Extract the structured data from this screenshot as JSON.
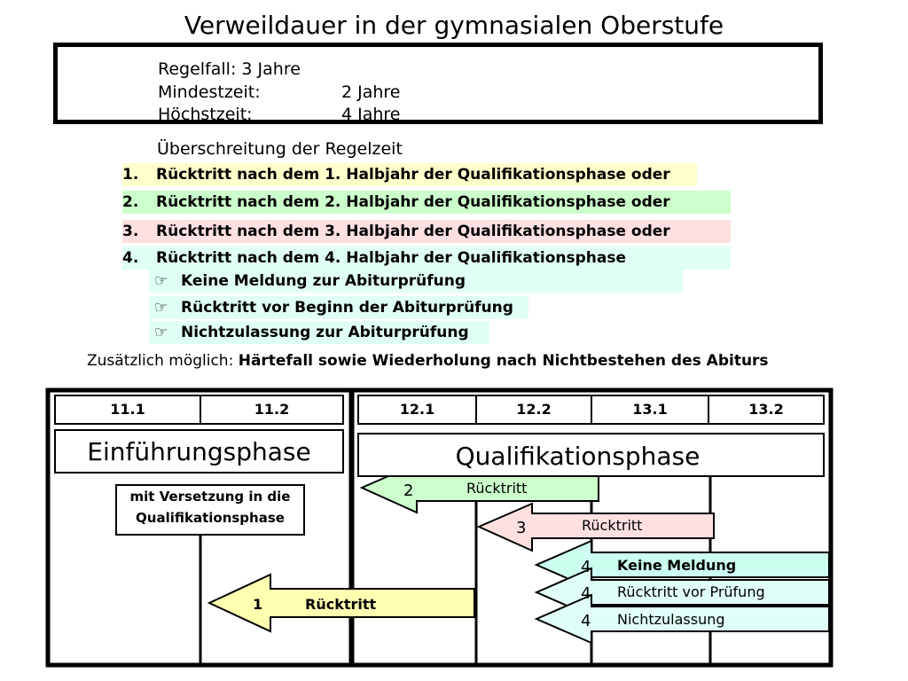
{
  "title": "Verweildauer in der gymnasialen Oberstufe",
  "rules": {
    "regelfall": "Regelfall: 3 Jahre",
    "mindest_label": "Mindestzeit:",
    "mindest_value": "2 Jahre",
    "hoechst_label": "Höchstzeit:",
    "hoechst_value": "4 Jahre"
  },
  "exceed_heading": "Überschreitung der Regelzeit",
  "cases": [
    {
      "num": "1.",
      "text": "Rücktritt nach dem 1. Halbjahr der Qualifikationsphase oder",
      "color": "#ffffcc"
    },
    {
      "num": "2.",
      "text": "Rücktritt nach dem 2. Halbjahr der Qualifikationsphase oder",
      "color": "#ccffcc"
    },
    {
      "num": "3.",
      "text": "Rücktritt nach dem 3. Halbjahr der Qualifikationsphase oder",
      "color": "#ffe0e0"
    },
    {
      "num": "4.",
      "text": "Rücktritt nach dem 4. Halbjahr der Qualifikationsphase",
      "color": "#e0fff5"
    }
  ],
  "subcases": [
    {
      "text": "Keine Meldung zur Abiturprüfung"
    },
    {
      "text": "Rücktritt vor Beginn der Abiturprüfung"
    },
    {
      "text": "Nichtzulassung zur Abiturprüfung"
    }
  ],
  "subcase_icon": "pointing-hand-icon",
  "extra": {
    "prefix": "Zusätzlich möglich: ",
    "bold": "Härtefall sowie Wiederholung nach Nichtbestehen des Abiturs"
  },
  "semesters_left": [
    "11.1",
    "11.2"
  ],
  "semesters_right": [
    "12.1",
    "12.2",
    "13.1",
    "13.2"
  ],
  "phase_intro": "Einführungsphase",
  "phase_qual": "Qualifikationsphase",
  "versetzung": {
    "line1": "mit Versetzung in die",
    "line2": "Qualifikationsphase"
  },
  "arrows": [
    {
      "num": "2",
      "label": "Rücktritt",
      "color": "#ccffcc"
    },
    {
      "num": "3",
      "label": "Rücktritt",
      "color": "#ffe0e0"
    },
    {
      "num": "4",
      "label": "Keine Meldung",
      "color": "#ccfff0"
    },
    {
      "num": "4",
      "label": "Rücktritt vor Prüfung",
      "color": "#e0fff8"
    },
    {
      "num": "4",
      "label": "Nichtzulassung",
      "color": "#e0fff8"
    },
    {
      "num": "1",
      "label": "Rücktritt",
      "color": "#ffffb0"
    }
  ]
}
